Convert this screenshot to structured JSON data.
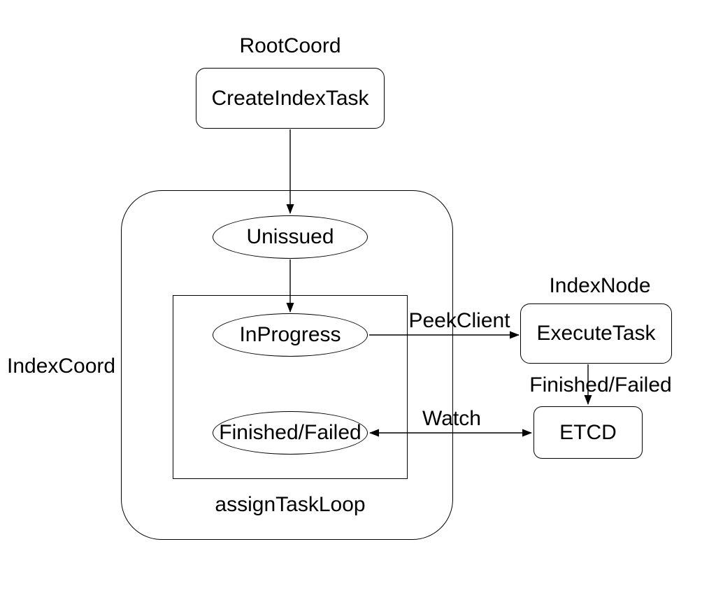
{
  "diagram": {
    "background": "#ffffff",
    "stroke_color": "#000000",
    "text_color": "#000000",
    "section_labels": {
      "root_coord": "RootCoord",
      "index_coord": "IndexCoord",
      "index_node": "IndexNode",
      "assign_task_loop": "assignTaskLoop"
    },
    "nodes": {
      "create_index_task": "CreateIndexTask",
      "unissued": "Unissued",
      "in_progress": "InProgress",
      "finished_failed": "Finished/Failed",
      "execute_task": "ExecuteTask",
      "etcd": "ETCD"
    },
    "edge_labels": {
      "peek_client": "PeekClient",
      "finished_failed": "Finished/Failed",
      "watch": "Watch"
    }
  }
}
